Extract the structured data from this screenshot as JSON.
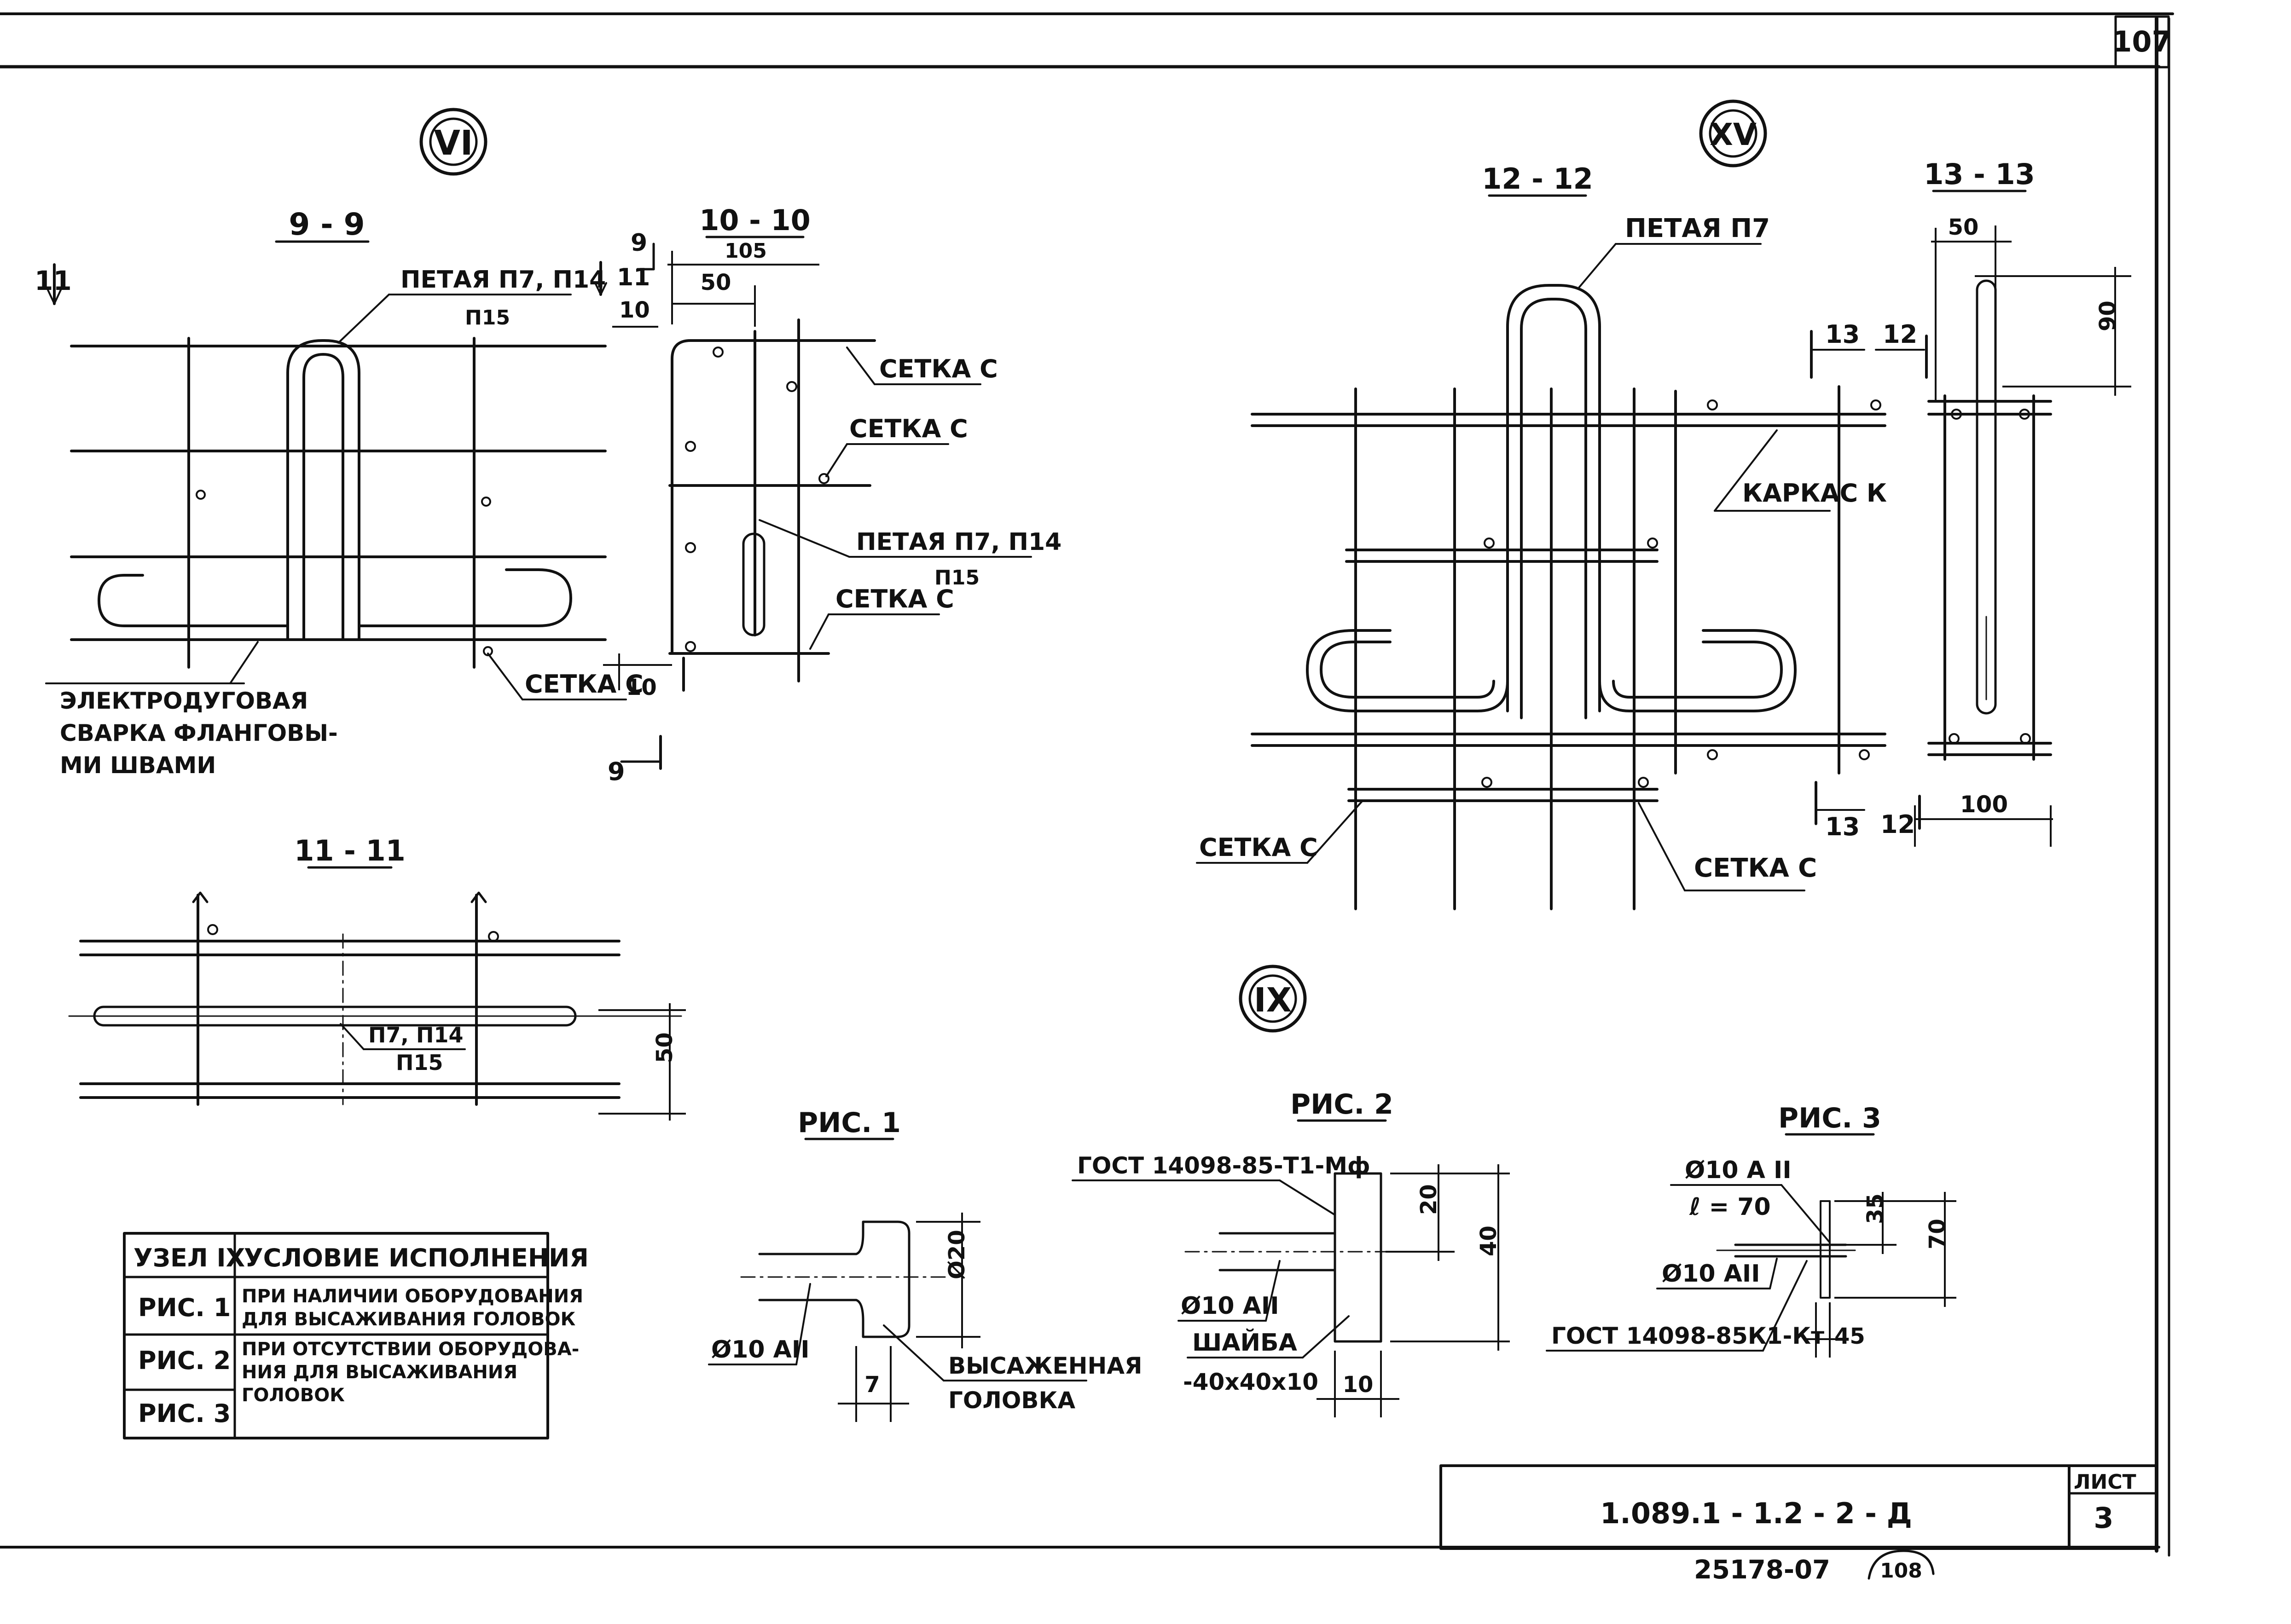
{
  "sheet": {
    "sheet_no": "107",
    "corner_mark": "108"
  },
  "node_vi": {
    "roman": "VI",
    "s9": {
      "title": "9 - 9",
      "mark11": "11",
      "loop_label": "ПЕТАЯ П7, П14",
      "loop_label2": "П15",
      "weld_l1": "ЭЛЕКТРОДУГОВАЯ",
      "weld_l2": "СВАРКА ФЛАНГОВЫ-",
      "weld_l3": "МИ ШВАМИ"
    },
    "s10": {
      "title": "10 - 10",
      "d105": "105",
      "d50": "50",
      "m9a": "9",
      "m11": "11",
      "d10a": "10",
      "d10b": "10",
      "m9b": "9",
      "mesh1": "СЕТКА С",
      "mesh2": "СЕТКА С",
      "loop1": "ПЕТАЯ П7, П14",
      "loop2": "П15",
      "mesh3": "СЕТКА С",
      "mesh4": "СЕТКА С"
    },
    "s11": {
      "title": "11 - 11",
      "lbl1": "П7, П14",
      "lbl2": "П15",
      "d50": "50"
    }
  },
  "node_xv": {
    "roman": "XV",
    "s12": {
      "title": "12 - 12",
      "loop": "ПЕТАЯ П7",
      "frame": "КАРКАС К",
      "mesh_a": "СЕТКА С",
      "mesh_b": "СЕТКА С",
      "m13a": "13",
      "m12a": "12",
      "m13b": "13",
      "m12b": "12"
    },
    "s13": {
      "title": "13 - 13",
      "d50": "50",
      "d90": "90",
      "d100": "100"
    }
  },
  "node_ix": {
    "roman": "IX",
    "fig1": {
      "title": "РИС. 1",
      "dia": "Ø10 AII",
      "d20": "Ø20",
      "d7": "7",
      "head_l1": "ВЫСАЖЕННАЯ",
      "head_l2": "ГОЛОВКА"
    },
    "fig2": {
      "title": "РИС. 2",
      "gost": "ГОСТ 14098-85-Т1-Мф",
      "d20": "20",
      "d40": "40",
      "dia": "Ø10 AII",
      "wash1": "ШАЙБА",
      "wash2": "-40х40х10",
      "d10": "10"
    },
    "fig3": {
      "title": "РИС. 3",
      "dia_top": "Ø10 A II",
      "len": "ℓ = 70",
      "d35": "35",
      "d70": "70",
      "dia_bot": "Ø10 AII",
      "gost": "ГОСТ 14098-85К1-Кт",
      "d45": "45"
    }
  },
  "table": {
    "h1": "УЗЕЛ IX",
    "h2": "УСЛОВИЕ ИСПОЛНЕНИЯ",
    "r1c1": "РИС. 1",
    "r1a": "ПРИ НАЛИЧИИ ОБОРУДОВАНИЯ",
    "r1b": "ДЛЯ ВЫСАЖИВАНИЯ ГОЛОВОК",
    "r2c1": "РИС. 2",
    "r2a": "ПРИ ОТСУТСТВИИ ОБОРУДОВА-",
    "r2b": "НИЯ ДЛЯ ВЫСАЖИВАНИЯ",
    "r2c": "ГОЛОВОК",
    "r3c1": "РИС. 3"
  },
  "stamp": {
    "code": "1.089.1 - 1.2 - 2 - Д",
    "sheet_label": "ЛИСТ",
    "sheet_value": "3",
    "footer": "25178-07"
  }
}
